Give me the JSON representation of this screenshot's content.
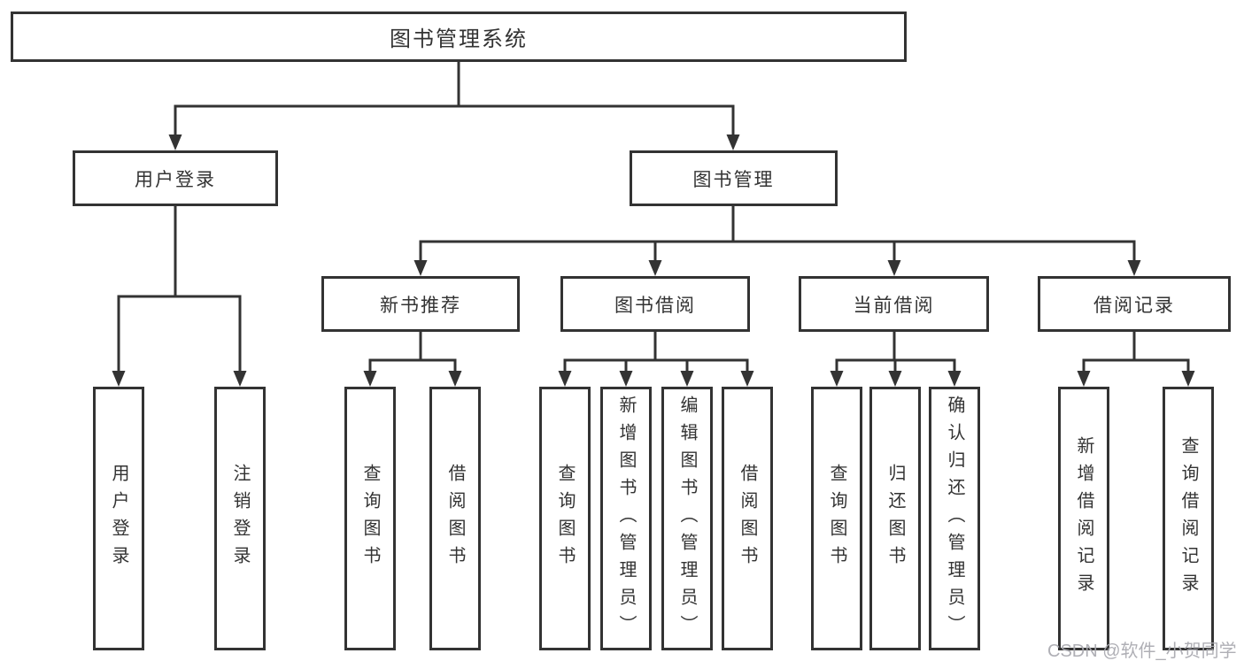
{
  "root": {
    "label": "图书管理系统"
  },
  "level2": [
    {
      "label": "用户登录"
    },
    {
      "label": "图书管理"
    }
  ],
  "level3": [
    {
      "label": "新书推荐",
      "parent": "图书管理"
    },
    {
      "label": "图书借阅",
      "parent": "图书管理"
    },
    {
      "label": "当前借阅",
      "parent": "图书管理"
    },
    {
      "label": "借阅记录",
      "parent": "图书管理"
    }
  ],
  "leaves": [
    {
      "label": "用户登录",
      "parent": "用户登录"
    },
    {
      "label": "注销登录",
      "parent": "用户登录"
    },
    {
      "label": "查询图书",
      "parent": "新书推荐"
    },
    {
      "label": "借阅图书",
      "parent": "新书推荐"
    },
    {
      "label": "查询图书",
      "parent": "图书借阅"
    },
    {
      "label": "新增图书（管理员）",
      "parent": "图书借阅"
    },
    {
      "label": "编辑图书（管理员）",
      "parent": "图书借阅"
    },
    {
      "label": "借阅图书",
      "parent": "图书借阅"
    },
    {
      "label": "查询图书",
      "parent": "当前借阅"
    },
    {
      "label": "归还图书",
      "parent": "当前借阅"
    },
    {
      "label": "确认归还（管理员）",
      "parent": "当前借阅"
    },
    {
      "label": "新增借阅记录",
      "parent": "借阅记录"
    },
    {
      "label": "查询借阅记录",
      "parent": "借阅记录"
    }
  ],
  "watermark": {
    "text": "CSDN @软件_小贺同学"
  },
  "colors": {
    "line": "#333333",
    "text": "#333333",
    "box_background": "#ffffff",
    "watermark": "#a8a8af",
    "background": "#ffffff"
  }
}
